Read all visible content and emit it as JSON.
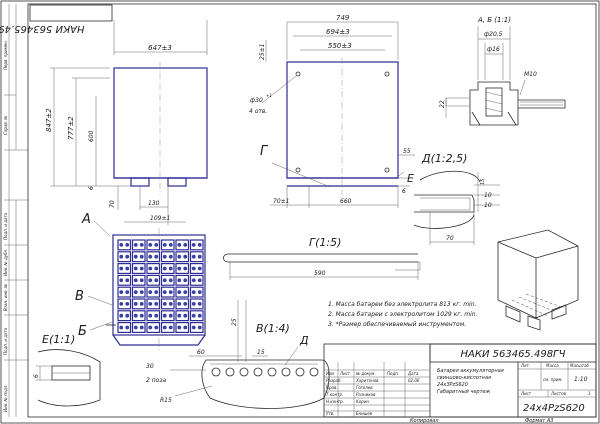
{
  "title_block": {
    "designation": "НАКИ 563465.498ГЧ",
    "designation_mirror": "НАКИ 563465.498ГЧ",
    "name_line1": "Батарея аккумуляторная",
    "name_line2": "свинцово-кислотная",
    "name_line3": "24хЗPzS620",
    "name_line4": "Габаритный чертеж",
    "code": "24х4PzS620",
    "lit_label": "Лит.",
    "mass_label": "Масса",
    "scale_label": "Масштаб",
    "mass_value": "см. прим.",
    "scale_value": "1:10",
    "sheet_label": "Лист",
    "sheets_label": "Листов",
    "sheets_value": "1",
    "copied": "Копировал",
    "format": "Формат  А3",
    "headers": {
      "izm": "Изм",
      "list": "Лист",
      "doc": "№ докум.",
      "sign": "Подп.",
      "date": "Дата"
    },
    "staff": [
      {
        "role": "Разраб.",
        "name": "Харитонов",
        "date": "02.06"
      },
      {
        "role": "Пров.",
        "name": "Гоголев",
        "date": ""
      },
      {
        "role": "Т.контр.",
        "name": "Разников",
        "date": ""
      },
      {
        "role": "Н.контр.",
        "name": "Корин",
        "date": ""
      },
      {
        "role": "Утв.",
        "name": "Енишев",
        "date": ""
      }
    ]
  },
  "side_strip": [
    "Перв. примен.",
    "Справ. №",
    "Подп. и дата",
    "Инв. № дубл.",
    "Взам. инв. №",
    "Подп. и дата",
    "Инв. № подл."
  ],
  "notes": [
    "1. Масса батареи без электролита 813 кг. min.",
    "2. Масса батареи с электролитом 1029 кг. min.",
    "3. *Размер обеспечиваемый инструментом."
  ],
  "views": {
    "a": "А",
    "v": "В",
    "b": "Б",
    "g": "Г",
    "d": "Д",
    "e": "Е",
    "ab": "А, Б (1:1)",
    "g_scale": "Г(1:5)",
    "d_scale": "Д(1:2,5)",
    "e_scale": "Е(1:1)",
    "v_scale": "В(1:4)"
  },
  "dims": {
    "w647": "647±3",
    "h847": "847±2",
    "h777": "777±2",
    "h600": "600",
    "d130": "130",
    "d109": "109±1",
    "d70a": "70",
    "d6a": "6",
    "w749": "749",
    "w694": "694±3",
    "w550": "550±3",
    "d25": "25±1",
    "hole": "ф30",
    "hole_tol": "+1",
    "holes_count": "4 отв.",
    "d55": "55",
    "d70b": "70±1",
    "d660": "660",
    "d6b": "6",
    "d205": "ф20,5",
    "d16": "ф16",
    "m10": "М10",
    "d22": "22",
    "d15": "15",
    "d10a": "10",
    "d10b": "10",
    "d70c": "70",
    "d590": "590",
    "d25b": "25",
    "d60": "60",
    "d15b": "15",
    "d30": "30",
    "d2poza": "2 поза",
    "r15": "R15",
    "d6c": "6"
  }
}
